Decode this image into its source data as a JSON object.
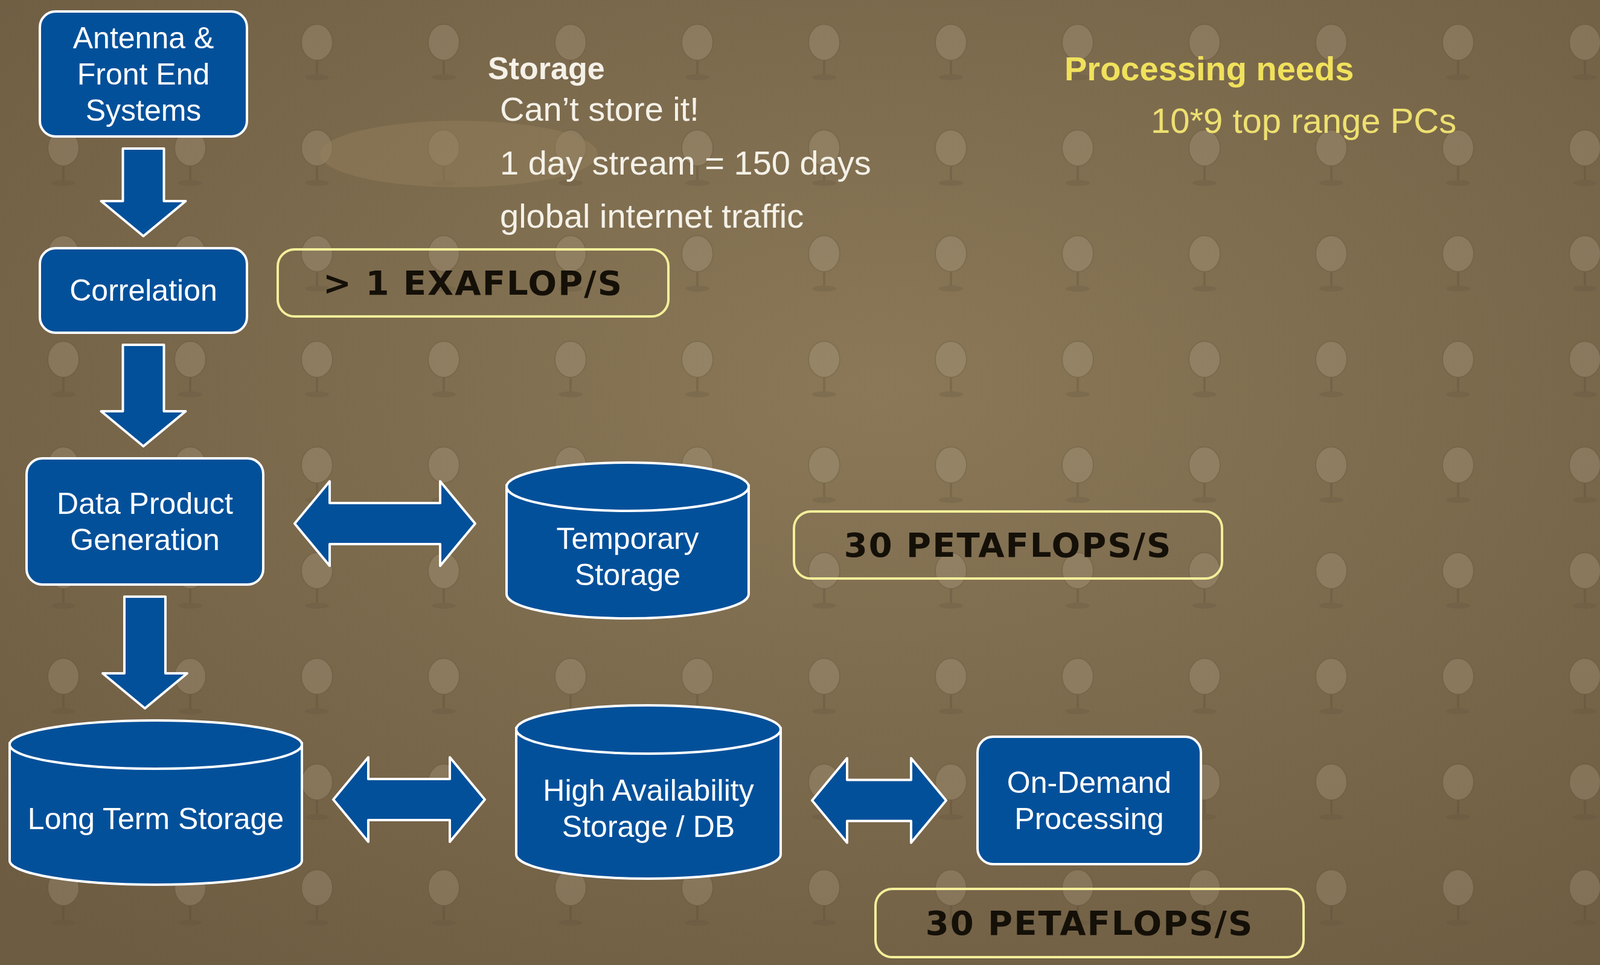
{
  "diagram": {
    "nodes": [
      {
        "text": [
          "Antenna & Front End Systems"
        ]
      },
      {
        "text": [
          "Correlation"
        ]
      },
      {
        "text": [
          "> 1 EXAFLOP/S"
        ]
      },
      {
        "text": [
          "Data Product Generation"
        ]
      },
      {
        "text": [
          "Temporary Storage"
        ]
      },
      {
        "text": [
          "30 PETAFLOPS/S"
        ]
      },
      {
        "text": [
          "Long Term Storage"
        ]
      },
      {
        "text": [
          "High Availability Storage / DB"
        ]
      },
      {
        "text": [
          "On-Demand Processing"
        ]
      },
      {
        "text": [
          "30 PETAFLOPS/S"
        ]
      }
    ],
    "edges": [
      {
        "from": 0,
        "to": 1,
        "arrow": "to"
      },
      {
        "from": 1,
        "to": 3,
        "arrow": "to"
      },
      {
        "from": 3,
        "to": 4,
        "arrow": "both"
      },
      {
        "from": 3,
        "to": 6,
        "arrow": "to"
      },
      {
        "from": 6,
        "to": 7,
        "arrow": "both"
      },
      {
        "from": 7,
        "to": 8,
        "arrow": "both"
      }
    ],
    "labels": [
      "Storage",
      "Can’t store it!",
      "1 day stream = 150 days global internet traffic",
      "Processing needs",
      "10*9 top range PCs"
    ]
  }
}
